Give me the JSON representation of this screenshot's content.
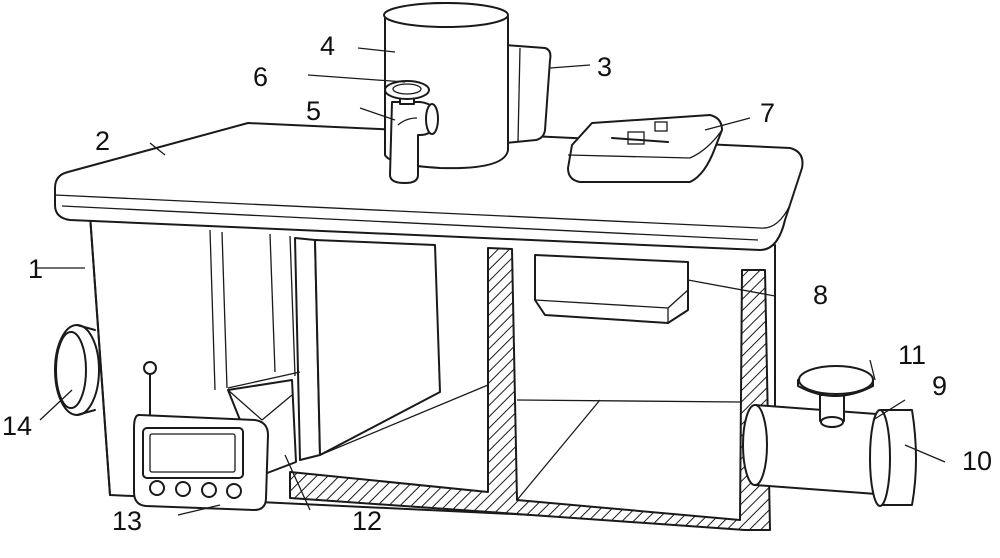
{
  "labels": {
    "l1": "1",
    "l2": "2",
    "l3": "3",
    "l4": "4",
    "l5": "5",
    "l6": "6",
    "l7": "7",
    "l8": "8",
    "l9": "9",
    "l10": "10",
    "l11": "11",
    "l12": "12",
    "l13": "13",
    "l14": "14"
  }
}
